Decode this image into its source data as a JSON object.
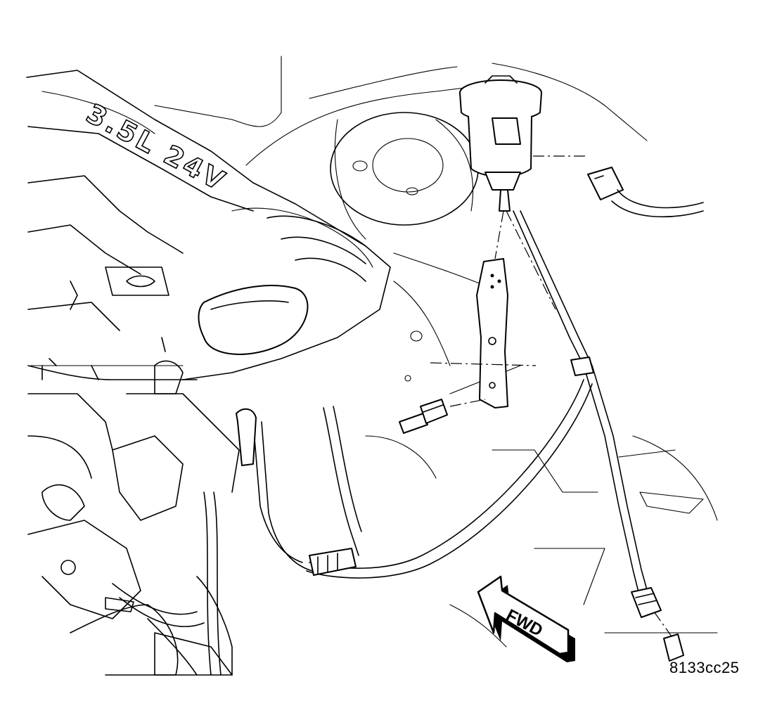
{
  "figure": {
    "reference_code": "8133cc25",
    "direction_arrow_text": "FWD",
    "engine_cover_text": "3.5L 24V"
  }
}
